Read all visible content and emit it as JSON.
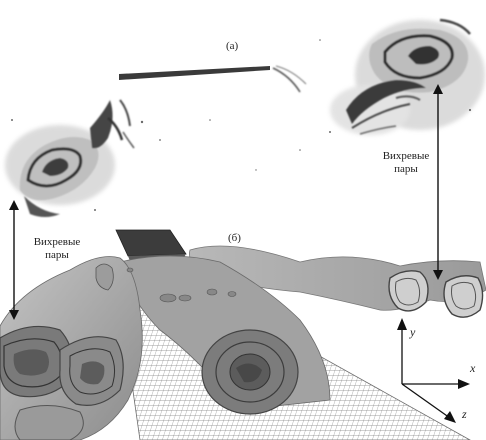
{
  "figure": {
    "panel_a": "(a)",
    "panel_b": "(б)",
    "label_right": [
      "Вихревые",
      "пары"
    ],
    "label_left": [
      "Вихревые",
      "пары"
    ],
    "axes": {
      "x": "x",
      "y": "y",
      "z": "z"
    }
  },
  "colors": {
    "background": "#ffffff",
    "ink": "#2a2a2a",
    "surface": "#a8a8a8",
    "surface_dark": "#6e6e6e",
    "grid": "#8a8a8a"
  }
}
